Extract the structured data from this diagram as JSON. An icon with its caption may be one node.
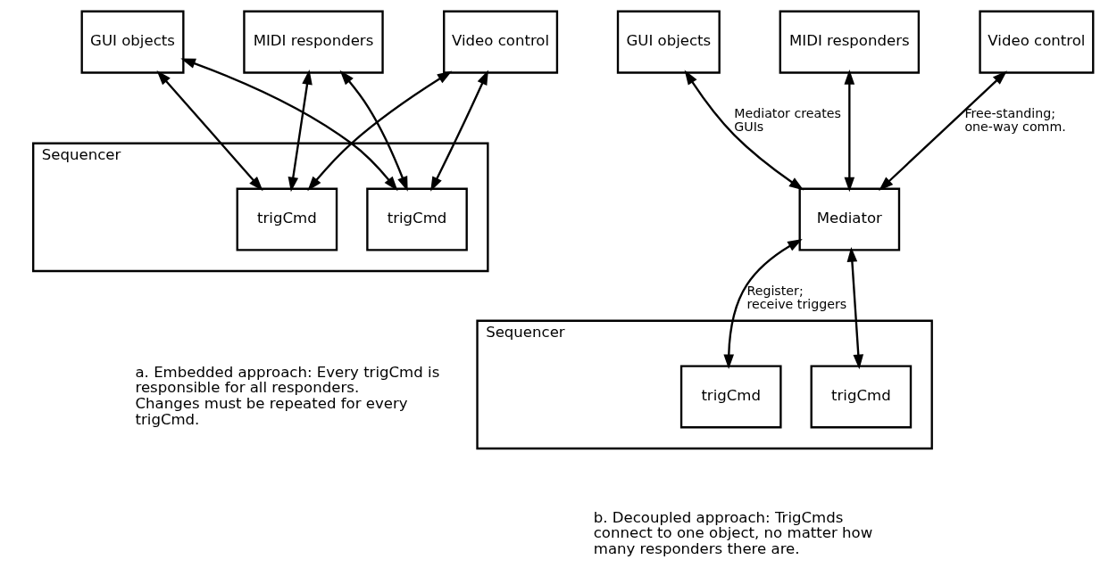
{
  "diagram": {
    "nodes": [
      {
        "text": [
          "GUI objects"
        ]
      },
      {
        "text": [
          "MIDI responders"
        ]
      },
      {
        "text": [
          "Video control"
        ]
      },
      {
        "text": [
          "Sequencer"
        ]
      },
      {
        "text": [
          "trigCmd"
        ],
        "in": 3
      },
      {
        "text": [
          "trigCmd"
        ],
        "in": 3
      },
      {
        "text": [
          "GUI objects"
        ]
      },
      {
        "text": [
          "MIDI responders"
        ]
      },
      {
        "text": [
          "Video control"
        ]
      },
      {
        "text": [
          "Mediator"
        ]
      },
      {
        "text": [
          "Sequencer"
        ]
      },
      {
        "text": [
          "trigCmd"
        ],
        "in": 10
      },
      {
        "text": [
          "trigCmd"
        ],
        "in": 10
      }
    ],
    "edges": [
      {
        "from": 0,
        "to": 4,
        "arrow": "both"
      },
      {
        "from": 0,
        "to": 5,
        "arrow": "both"
      },
      {
        "from": 1,
        "to": 4,
        "arrow": "both"
      },
      {
        "from": 1,
        "to": 5,
        "arrow": "both"
      },
      {
        "from": 2,
        "to": 4,
        "arrow": "both"
      },
      {
        "from": 2,
        "to": 5,
        "arrow": "both"
      },
      {
        "from": 6,
        "to": 9,
        "arrow": "both",
        "label": "Mediator creates GUIs"
      },
      {
        "from": 7,
        "to": 9,
        "arrow": "both"
      },
      {
        "from": 8,
        "to": 9,
        "arrow": "both",
        "label": "Free-standing; one-way comm."
      },
      {
        "from": 9,
        "to": 11,
        "arrow": "both",
        "label": "Register; receive triggers"
      },
      {
        "from": 9,
        "to": 12,
        "arrow": "both"
      }
    ],
    "labels": [
      "a. Embedded approach: Every trigCmd is responsible for all responders. Changes must be repeated for every trigCmd.",
      "b. Decoupled approach: TrigCmds connect to one object, no matter how many responders there are."
    ]
  }
}
